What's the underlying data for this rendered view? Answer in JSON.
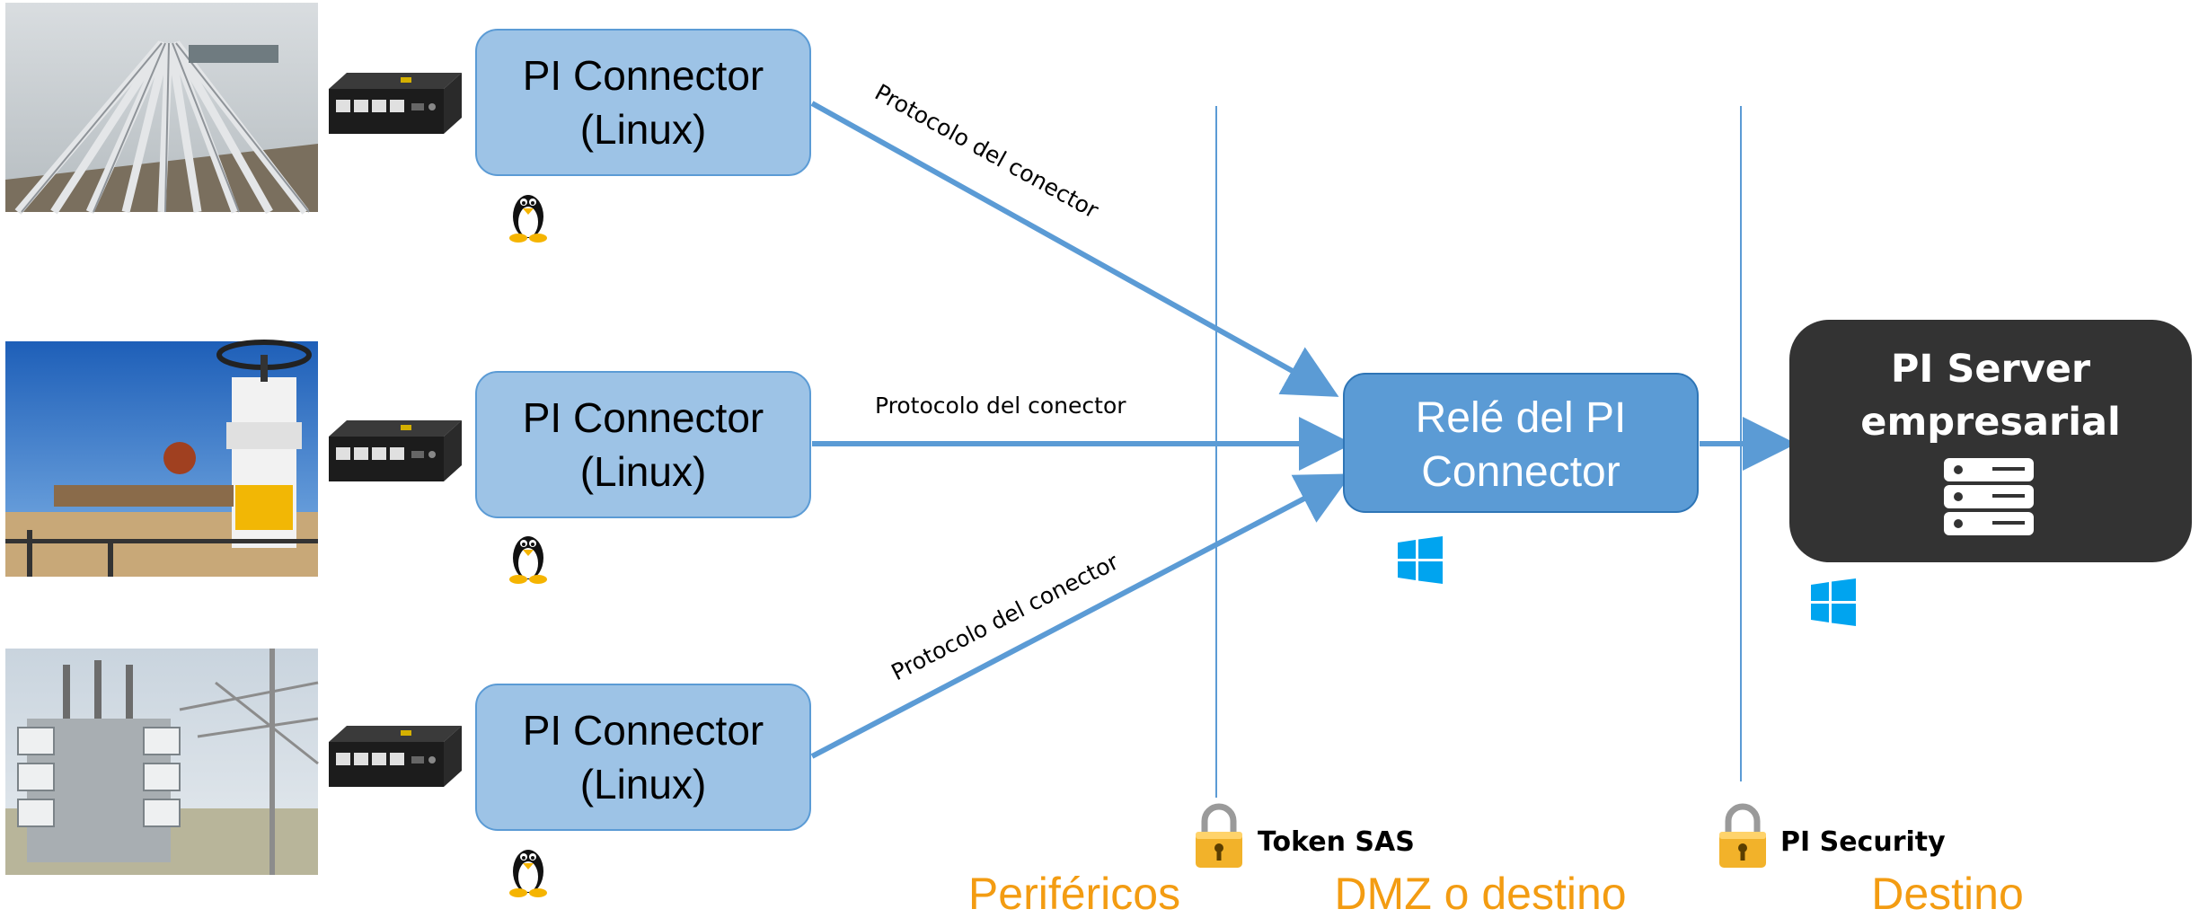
{
  "connectors": [
    {
      "line1": "PI Connector",
      "line2": "(Linux)",
      "photo": "pipeline-photo",
      "device": "router-device-icon",
      "os": "tux-linux-icon"
    },
    {
      "line1": "PI Connector",
      "line2": "(Linux)",
      "photo": "valve-photo",
      "device": "router-device-icon",
      "os": "tux-linux-icon"
    },
    {
      "line1": "PI Connector",
      "line2": "(Linux)",
      "photo": "substation-photo",
      "device": "router-device-icon",
      "os": "tux-linux-icon"
    }
  ],
  "edges": [
    {
      "label": "Protocolo del conector"
    },
    {
      "label": "Protocolo del conector"
    },
    {
      "label": "Protocolo del conector"
    }
  ],
  "relay": {
    "line1": "Relé del PI",
    "line2": "Connector",
    "os": "windows-icon"
  },
  "server": {
    "line1": "PI Server",
    "line2": "empresarial",
    "icon": "server-stack-icon",
    "os": "windows-icon"
  },
  "security": [
    {
      "label": "Token SAS",
      "icon": "padlock-icon"
    },
    {
      "label": "PI Security",
      "icon": "padlock-icon"
    }
  ],
  "zones": [
    {
      "label": "Periféricos"
    },
    {
      "label": "DMZ o destino"
    },
    {
      "label": "Destino"
    }
  ],
  "colors": {
    "connector_fill": "#9dc3e6",
    "connector_border": "#5b9bd5",
    "relay_fill": "#5b9bd5",
    "relay_border": "#2e75b6",
    "server_fill": "#333333",
    "arrow": "#5b9bd5",
    "zone_label": "#f39c12",
    "windows": "#00a4ef",
    "divider": "#5b9bd5"
  }
}
